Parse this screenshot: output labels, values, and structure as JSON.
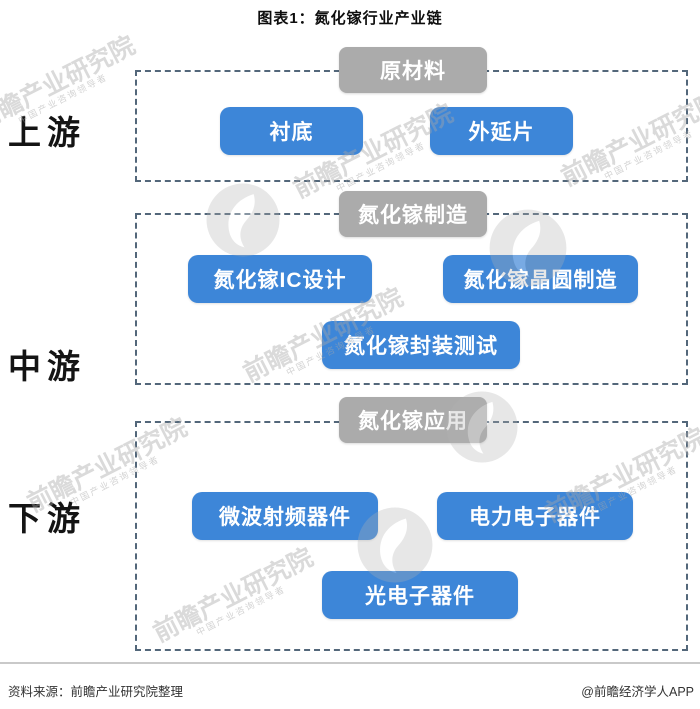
{
  "title": "图表1：氮化镓行业产业链",
  "colors": {
    "node_blue": "#3d86d8",
    "header_gray": "#ababab",
    "dashed_border": "#53677a",
    "watermark_gray": "#a8a8a8"
  },
  "sections": [
    {
      "stage": "上游",
      "header": "原材料",
      "buttons": [
        {
          "label": "衬底"
        },
        {
          "label": "外延片"
        }
      ]
    },
    {
      "stage": "中游",
      "header": "氮化镓制造",
      "buttons": [
        {
          "label": "氮化镓IC设计"
        },
        {
          "label": "氮化镓晶圆制造"
        },
        {
          "label": "氮化镓封装测试"
        }
      ]
    },
    {
      "stage": "下游",
      "header": "氮化镓应用",
      "buttons": [
        {
          "label": "微波射频器件"
        },
        {
          "label": "电力电子器件"
        },
        {
          "label": "光电子器件"
        }
      ]
    }
  ],
  "watermark": {
    "text": "前瞻产业研究院",
    "subtext": "中国产业咨询领导者",
    "logo": "qianzhan-logo"
  },
  "footer": {
    "source": "资料来源：前瞻产业研究院整理",
    "credit": "@前瞻经济学人APP"
  }
}
